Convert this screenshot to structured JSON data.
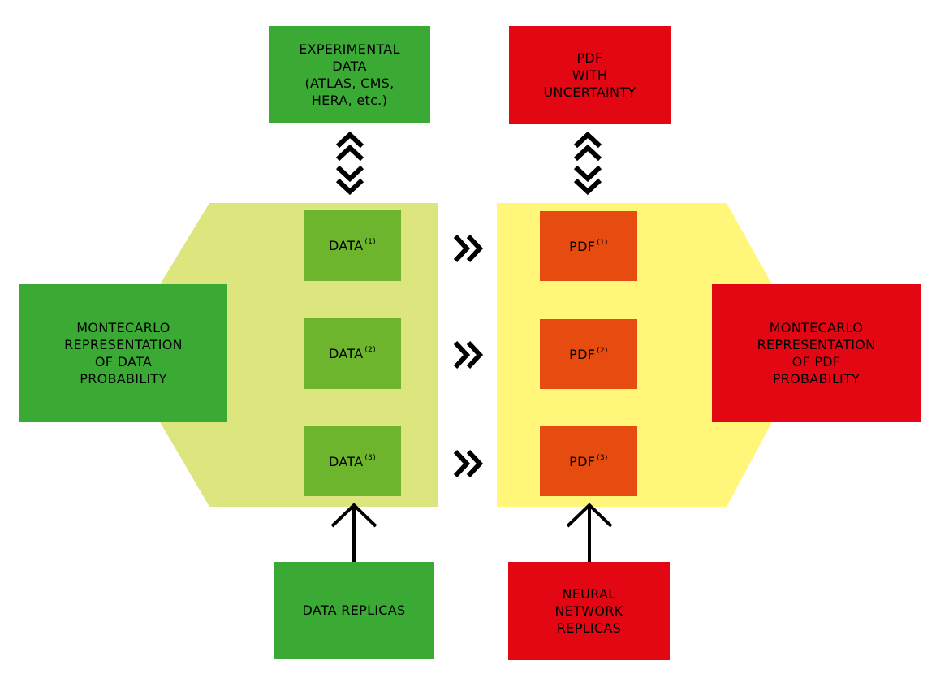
{
  "top": {
    "experimental_data": [
      "EXPERIMENTAL",
      "DATA",
      "(ATLAS, CMS,",
      "HERA, etc.)"
    ],
    "pdf_uncertainty": [
      "PDF",
      "WITH",
      "UNCERTAINTY"
    ]
  },
  "sides": {
    "data_probability": [
      "MONTECARLO",
      "REPRESENTATION",
      "OF DATA",
      "PROBABILITY"
    ],
    "pdf_probability": [
      "MONTECARLO",
      "REPRESENTATION",
      "OF PDF",
      "PROBABILITY"
    ]
  },
  "replicas": {
    "data": [
      {
        "label": "DATA",
        "index": "(1)"
      },
      {
        "label": "DATA",
        "index": "(2)"
      },
      {
        "label": "DATA",
        "index": "(3)"
      }
    ],
    "pdf": [
      {
        "label": "PDF",
        "index": "(1)"
      },
      {
        "label": "PDF",
        "index": "(2)"
      },
      {
        "label": "PDF",
        "index": "(3)"
      }
    ]
  },
  "bottom": {
    "data_replicas": [
      "DATA REPLICAS"
    ],
    "nn_replicas": [
      "NEURAL",
      "NETWORK",
      "REPLICAS"
    ]
  },
  "colors": {
    "green": "#3aaa35",
    "red": "#e30613",
    "light_green_panel": "#dde57f",
    "yellow_panel": "#fff67a",
    "replica_green": "#6cb52d",
    "replica_orange": "#e64b0f"
  }
}
